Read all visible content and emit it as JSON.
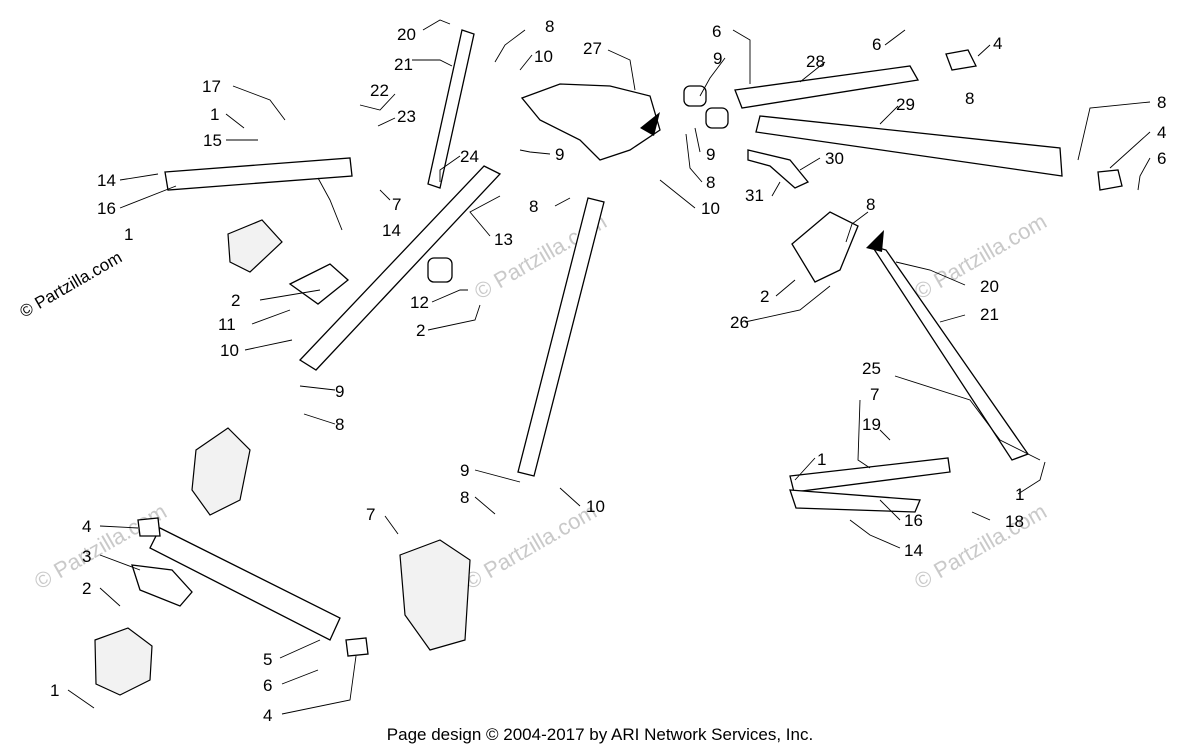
{
  "footer_text": "Page design © 2004-2017 by ARI Network Services, Inc.",
  "watermark": {
    "main": "© Partzilla.com",
    "ghost": "© Partzilla.com"
  },
  "callouts": [
    {
      "id": "c1",
      "text": "20"
    },
    {
      "id": "c2",
      "text": "8"
    },
    {
      "id": "c3",
      "text": "21"
    },
    {
      "id": "c4",
      "text": "10"
    },
    {
      "id": "c5",
      "text": "27"
    },
    {
      "id": "c6",
      "text": "6"
    },
    {
      "id": "c7",
      "text": "9"
    },
    {
      "id": "c8",
      "text": "28"
    },
    {
      "id": "c9",
      "text": "6"
    },
    {
      "id": "c10",
      "text": "4"
    },
    {
      "id": "c11",
      "text": "17"
    },
    {
      "id": "c12",
      "text": "22"
    },
    {
      "id": "c13",
      "text": "23"
    },
    {
      "id": "c14",
      "text": "1"
    },
    {
      "id": "c15",
      "text": "15"
    },
    {
      "id": "c16",
      "text": "24"
    },
    {
      "id": "c17",
      "text": "9"
    },
    {
      "id": "c18",
      "text": "8"
    },
    {
      "id": "c19",
      "text": "29"
    },
    {
      "id": "c20",
      "text": "8"
    },
    {
      "id": "c21",
      "text": "4"
    },
    {
      "id": "c22",
      "text": "9"
    },
    {
      "id": "c23",
      "text": "8"
    },
    {
      "id": "c24",
      "text": "30"
    },
    {
      "id": "c25",
      "text": "6"
    },
    {
      "id": "c26",
      "text": "14"
    },
    {
      "id": "c27",
      "text": "16"
    },
    {
      "id": "c28",
      "text": "1"
    },
    {
      "id": "c29",
      "text": "7"
    },
    {
      "id": "c30",
      "text": "14"
    },
    {
      "id": "c31",
      "text": "8"
    },
    {
      "id": "c32",
      "text": "10"
    },
    {
      "id": "c33",
      "text": "31"
    },
    {
      "id": "c34",
      "text": "13"
    },
    {
      "id": "c35",
      "text": "8"
    },
    {
      "id": "c36",
      "text": "2"
    },
    {
      "id": "c37",
      "text": "12"
    },
    {
      "id": "c38",
      "text": "2"
    },
    {
      "id": "c39",
      "text": "11"
    },
    {
      "id": "c40",
      "text": "2"
    },
    {
      "id": "c41",
      "text": "10"
    },
    {
      "id": "c42",
      "text": "26"
    },
    {
      "id": "c43",
      "text": "20"
    },
    {
      "id": "c44",
      "text": "21"
    },
    {
      "id": "c45",
      "text": "9"
    },
    {
      "id": "c46",
      "text": "8"
    },
    {
      "id": "c47",
      "text": "25"
    },
    {
      "id": "c48",
      "text": "7"
    },
    {
      "id": "c49",
      "text": "19"
    },
    {
      "id": "c50",
      "text": "1"
    },
    {
      "id": "c51",
      "text": "9"
    },
    {
      "id": "c52",
      "text": "8"
    },
    {
      "id": "c53",
      "text": "10"
    },
    {
      "id": "c54",
      "text": "1"
    },
    {
      "id": "c55",
      "text": "7"
    },
    {
      "id": "c56",
      "text": "16"
    },
    {
      "id": "c57",
      "text": "18"
    },
    {
      "id": "c58",
      "text": "14"
    },
    {
      "id": "c59",
      "text": "4"
    },
    {
      "id": "c60",
      "text": "3"
    },
    {
      "id": "c61",
      "text": "2"
    },
    {
      "id": "c62",
      "text": "5"
    },
    {
      "id": "c63",
      "text": "6"
    },
    {
      "id": "c64",
      "text": "1"
    },
    {
      "id": "c65",
      "text": "4"
    }
  ]
}
